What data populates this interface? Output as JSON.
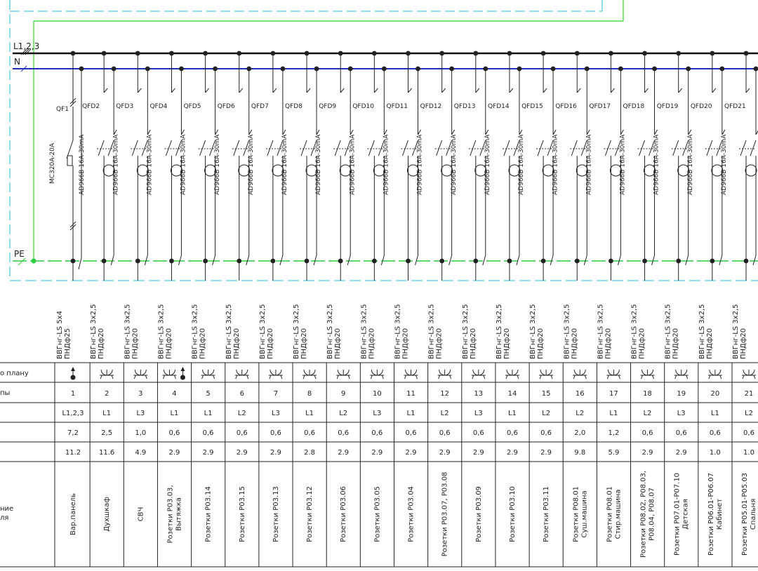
{
  "bus_labels": {
    "phase": "L1,2,3",
    "neutral": "N",
    "pe": "PE"
  },
  "row_labels": [
    "о плану",
    "пы",
    "",
    "",
    "",
    "ние\nля"
  ],
  "colors": {
    "phase_bus": "#111111",
    "neutral_bus": "#1f2fb8",
    "pe_bus": "#2ecc40",
    "frame_cyan": "#55c8ea",
    "frame_green": "#4ddc4d",
    "line": "#222222"
  },
  "breakers": [
    {
      "qf": "QF1",
      "device": "MC320A-20A",
      "cable": "ВВГнг-LS 5х4",
      "pipe": "ПНДф25",
      "symbol": "panel-arrow",
      "group": "1",
      "phase": "L1,2,3",
      "power": "7,2",
      "current": "11.2",
      "name": "Вар.панель"
    },
    {
      "qf": "QFD2",
      "device": "AD966B 16A-30mA",
      "cable": "ВВГнг-LS 3х2,5",
      "pipe": "ПНДф20",
      "symbol": "socket",
      "group": "2",
      "phase": "L1",
      "power": "2,5",
      "current": "11.6",
      "name": "Духшкаф"
    },
    {
      "qf": "QFD3",
      "device": "AD966B 16A-30mA",
      "cable": "ВВГнг-LS 3х2,5",
      "pipe": "ПНДф20",
      "symbol": "socket",
      "group": "3",
      "phase": "L3",
      "power": "1,0",
      "current": "4.9",
      "name": "СВЧ"
    },
    {
      "qf": "QFD4",
      "device": "AD966B 16A-30mA",
      "cable": "ВВГнг-LS 3х2,5",
      "pipe": "ПНДф20",
      "symbol": "socket-arrow",
      "group": "4",
      "phase": "L1",
      "power": "0,6",
      "current": "2.9",
      "name": "Розетки Р03.03,\nВытяжка"
    },
    {
      "qf": "QFD5",
      "device": "AD966B 16A-30mA",
      "cable": "ВВГнг-LS 3х2,5",
      "pipe": "ПНДф20",
      "symbol": "socket",
      "group": "5",
      "phase": "L1",
      "power": "0,6",
      "current": "2.9",
      "name": "Розетки Р03.14"
    },
    {
      "qf": "QFD6",
      "device": "AD966B 16A-30mA",
      "cable": "ВВГнг-LS 3х2,5",
      "pipe": "ПНДф20",
      "symbol": "socket",
      "group": "6",
      "phase": "L2",
      "power": "0,6",
      "current": "2.9",
      "name": "Розетки Р03.15"
    },
    {
      "qf": "QFD7",
      "device": "AD966B 16A-30mA",
      "cable": "ВВГнг-LS 3х2,5",
      "pipe": "ПНДф20",
      "symbol": "socket",
      "group": "7",
      "phase": "L3",
      "power": "0,6",
      "current": "2.9",
      "name": "Розетки Р03.13"
    },
    {
      "qf": "QFD8",
      "device": "AD966B 16A-30mA",
      "cable": "ВВГнг-LS 3х2,5",
      "pipe": "ПНДф20",
      "symbol": "socket",
      "group": "8",
      "phase": "L1",
      "power": "0,6",
      "current": "2.8",
      "name": "Розетки Р03.12"
    },
    {
      "qf": "QFD9",
      "device": "AD966B 16A-30mA",
      "cable": "ВВГнг-LS 3х2,5",
      "pipe": "ПНДф20",
      "symbol": "socket",
      "group": "9",
      "phase": "L2",
      "power": "0,6",
      "current": "2.9",
      "name": "Розетки Р03.06"
    },
    {
      "qf": "QFD10",
      "device": "AD966B 16A-30mA",
      "cable": "ВВГнг-LS 3х2,5",
      "pipe": "ПНДф20",
      "symbol": "socket",
      "group": "10",
      "phase": "L3",
      "power": "0,6",
      "current": "2.9",
      "name": "Розетки Р03.05"
    },
    {
      "qf": "QFD11",
      "device": "AD966B 16A-30mA",
      "cable": "ВВГнг-LS 3х2,5",
      "pipe": "ПНДф20",
      "symbol": "socket",
      "group": "11",
      "phase": "L1",
      "power": "0,6",
      "current": "2.9",
      "name": "Розетки Р03.04"
    },
    {
      "qf": "QFD12",
      "device": "AD966B 16A-30mA",
      "cable": "ВВГнг-LS 3х2,5",
      "pipe": "ПНДф20",
      "symbol": "socket",
      "group": "12",
      "phase": "L2",
      "power": "0,6",
      "current": "2.9",
      "name": "Розетки Р03.07, Р03.08"
    },
    {
      "qf": "QFD13",
      "device": "AD966B 16A-30mA",
      "cable": "ВВГнг-LS 3х2,5",
      "pipe": "ПНДф20",
      "symbol": "socket",
      "group": "13",
      "phase": "L3",
      "power": "0,6",
      "current": "2.9",
      "name": "Розетки Р03.09"
    },
    {
      "qf": "QFD14",
      "device": "AD966B 16A-30mA",
      "cable": "ВВГнг-LS 3х2,5",
      "pipe": "ПНДф20",
      "symbol": "socket",
      "group": "14",
      "phase": "L1",
      "power": "0,6",
      "current": "2.9",
      "name": "Розетки Р03.10"
    },
    {
      "qf": "QFD15",
      "device": "AD966B 16A-30mA",
      "cable": "ВВГнг-LS 3х2,5",
      "pipe": "ПНДф20",
      "symbol": "socket",
      "group": "15",
      "phase": "L2",
      "power": "0,6",
      "current": "2.9",
      "name": "Розетки Р03.11"
    },
    {
      "qf": "QFD16",
      "device": "AD966B 16A-30mA",
      "cable": "ВВГнг-LS 3х2,5",
      "pipe": "ПНДф20",
      "symbol": "socket",
      "group": "16",
      "phase": "L2",
      "power": "2,0",
      "current": "9.8",
      "name": "Розетки Р08.01\nСуш.машина"
    },
    {
      "qf": "QFD17",
      "device": "AD966B 16A-30mA",
      "cable": "ВВГнг-LS 3х2,5",
      "pipe": "ПНДф20",
      "symbol": "socket",
      "group": "17",
      "phase": "L1",
      "power": "1,2",
      "current": "5.9",
      "name": "Розетки Р08.01\nСтир.машина"
    },
    {
      "qf": "QFD18",
      "device": "AD966B 16A-30mA",
      "cable": "ВВГнг-LS 3х2,5",
      "pipe": "ПНДф20",
      "symbol": "socket",
      "group": "18",
      "phase": "L2",
      "power": "0,6",
      "current": "2.9",
      "name": "Розетки Р08.02, Р08.03,\nР08.04, Р08.07"
    },
    {
      "qf": "QFD19",
      "device": "AD966B 16A-30mA",
      "cable": "ВВГнг-LS 3х2,5",
      "pipe": "ПНДф20",
      "symbol": "socket",
      "group": "19",
      "phase": "L3",
      "power": "0,6",
      "current": "2.9",
      "name": "Розетки Р07.01-Р07.10\nДетская"
    },
    {
      "qf": "QFD20",
      "device": "AD966B 16A-30mA",
      "cable": "ВВГнг-LS 3х2,5",
      "pipe": "ПНДф20",
      "symbol": "socket",
      "group": "20",
      "phase": "L1",
      "power": "0,6",
      "current": "1.0",
      "name": "Розетки Р06.01-Р06.07\nКабинет"
    },
    {
      "qf": "QFD21",
      "device": "AD966B 16A-30mA",
      "cable": "ВВГнг-LS 3х2,5",
      "pipe": "ПНДф20",
      "symbol": "socket",
      "group": "21",
      "phase": "L2",
      "power": "0,6",
      "current": "1.0",
      "name": "Розетки Р05.01-Р05.03\nСпальня"
    }
  ]
}
